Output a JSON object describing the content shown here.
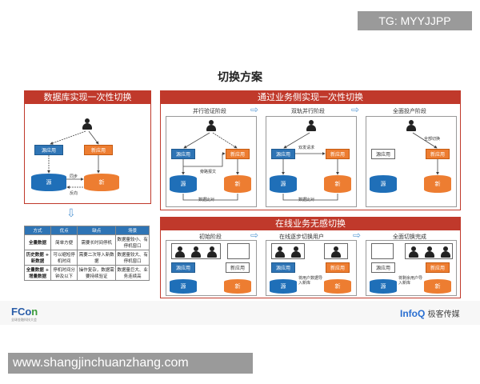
{
  "watermark_top": "TG: MYYJJPP",
  "watermark_bottom": "www.shangjinchuanzhang.com",
  "title": "切换方案",
  "left_panel": {
    "header": "数据库实现一次性切换",
    "old_app": "源应用",
    "new_app": "新应用",
    "old_db": "源",
    "new_db": "新",
    "sync_label": "同步",
    "rollback_label": "反向"
  },
  "table": {
    "headers": [
      "方式",
      "优点",
      "缺点",
      "场景"
    ],
    "rows": [
      {
        "mode": "全量数据",
        "pro": "简单方便",
        "con": "需要长时间停机",
        "scene": "数据量较小、有停机窗口"
      },
      {
        "mode": "历史数据 + 新数据",
        "pro": "可以缩短停机时间",
        "con": "需要二次导入新数据",
        "scene": "数据量较大、有停机窗口"
      },
      {
        "mode": "全量数据 + 增量数据",
        "pro": "停机时间分钟及以下",
        "con": "操作复杂，数据需要持续验证",
        "scene": "数据量巨大、业务连续高"
      }
    ]
  },
  "right_top_panel": {
    "header": "通过业务侧实现一次性切换",
    "phases": [
      "并行验证阶段",
      "双轨并行阶段",
      "全面投产阶段"
    ],
    "old_app": "源应用",
    "new_app": "新应用",
    "old_db": "源",
    "new_db": "新",
    "bypass_label": "旁路报文",
    "compare_label": "数据比对",
    "dual_write_label": "双发请求",
    "full_switch_label": "全部切换"
  },
  "right_bottom_panel": {
    "header": "在线业务无感切换",
    "phases": [
      "初始阶段",
      "在线逐步切换用户",
      "全面切换完成"
    ],
    "old_app": "源应用",
    "new_app": "新应用",
    "old_db": "源",
    "new_db": "新",
    "migrate_label": "将用户数据导入新库",
    "migrate_rest_label": "将剩余用户导入新库"
  },
  "footer": {
    "fcon_main": "FCo",
    "fcon_n": "n",
    "fcon_sub": "全球金融科技大会",
    "infoq": "InfoQ",
    "infoq_cn": "极客传媒"
  },
  "colors": {
    "accent_red": "#c0392b",
    "blue": "#2e74b5",
    "orange": "#ed7d31"
  }
}
